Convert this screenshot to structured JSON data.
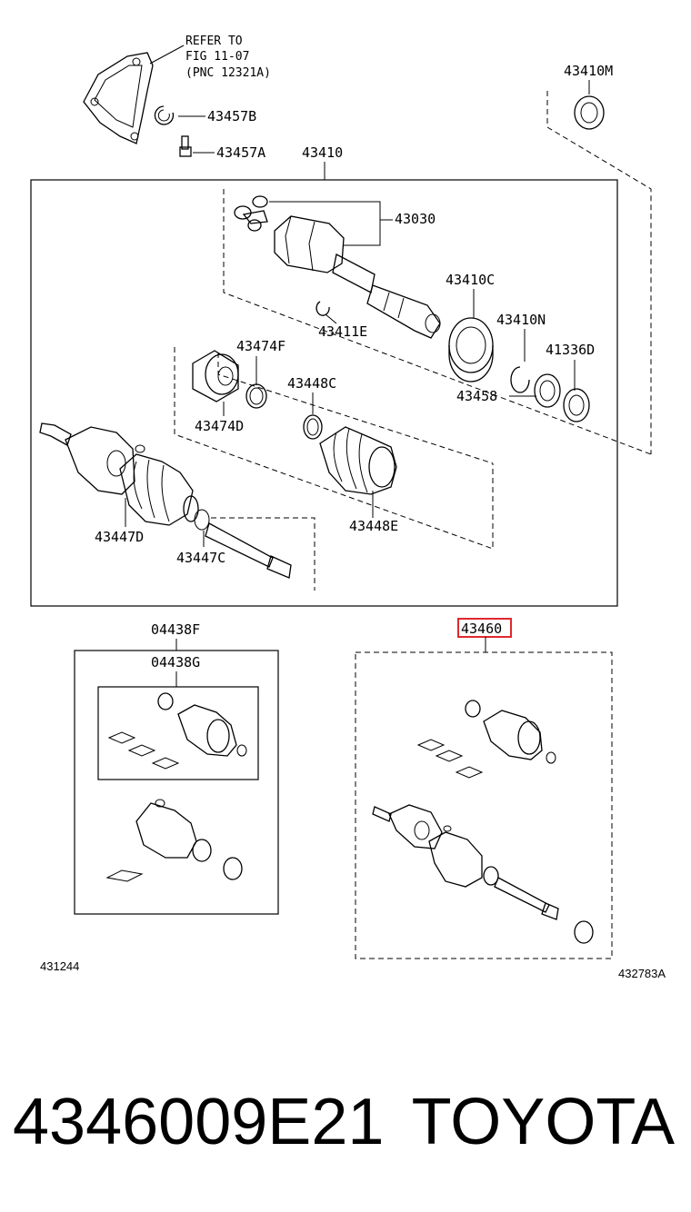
{
  "reference_note": {
    "line1": "REFER TO",
    "line2": "FIG 11-07",
    "line3": "(PNC 12321A)"
  },
  "labels": {
    "l43457b": "43457B",
    "l43457a": "43457A",
    "l43410": "43410",
    "l43410m": "43410M",
    "l43030": "43030",
    "l43410c": "43410C",
    "l43411e": "43411E",
    "l43410n": "43410N",
    "l43474f": "43474F",
    "l41336d": "41336D",
    "l43448c": "43448C",
    "l43458": "43458",
    "l43474d": "43474D",
    "l43447d": "43447D",
    "l43448e": "43448E",
    "l43447c": "43447C",
    "l04438f": "04438F",
    "l04438g": "04438G",
    "l43460": "43460"
  },
  "highlight_color": "#e0282f",
  "figure_codes": {
    "left": "431244",
    "right": "432783A"
  },
  "footer": {
    "part_number": "4346009E21",
    "brand": "TOYOTA"
  }
}
